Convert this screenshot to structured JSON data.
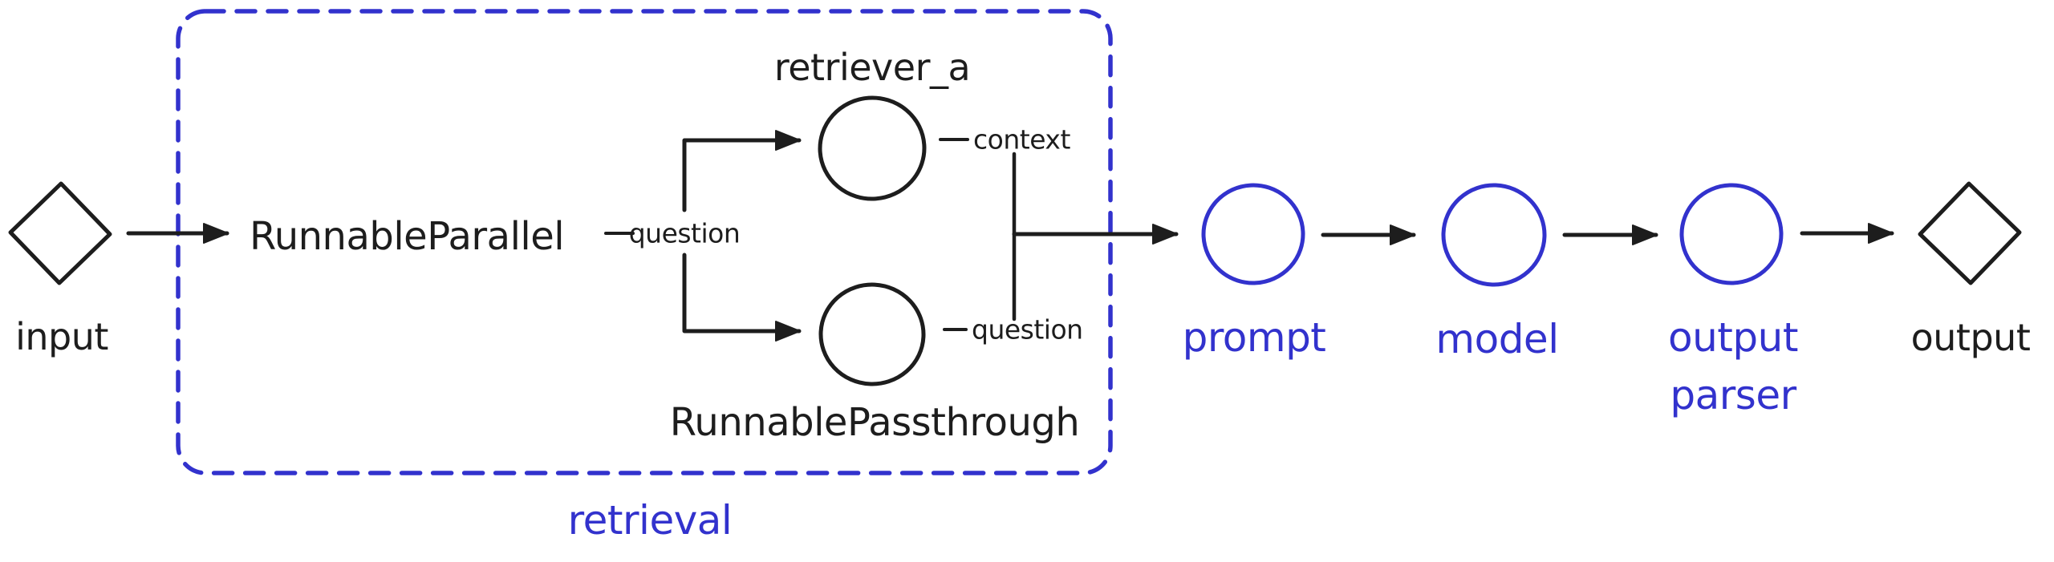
{
  "colors": {
    "ink": "#1d1d1d",
    "accent_blue": "#3232cd",
    "background": "#ffffff"
  },
  "group": {
    "label": "retrieval"
  },
  "nodes": {
    "input": {
      "label": "input",
      "shape": "diamond"
    },
    "runnable_parallel": {
      "label": "RunnableParallel",
      "shape": "text"
    },
    "retriever_a": {
      "label": "retriever_a",
      "shape": "circle"
    },
    "runnable_passthrough": {
      "label": "RunnablePassthrough",
      "shape": "circle"
    },
    "prompt": {
      "label": "prompt",
      "shape": "circle"
    },
    "model": {
      "label": "model",
      "shape": "circle"
    },
    "output_parser": {
      "label_line_1": "output",
      "label_line_2": "parser",
      "shape": "circle"
    },
    "output": {
      "label": "output",
      "shape": "diamond"
    }
  },
  "edge_labels": {
    "parallel_question": "question",
    "retriever_context": "context",
    "passthrough_question": "question"
  }
}
